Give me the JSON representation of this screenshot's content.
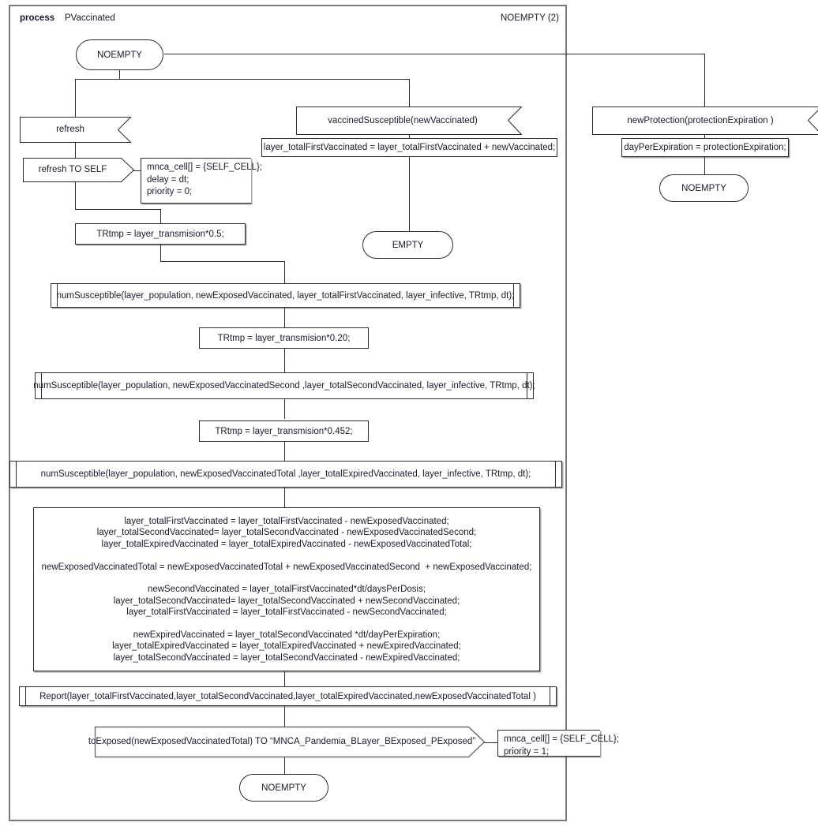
{
  "header": {
    "kind_label": "process",
    "name": "PVaccinated",
    "page_label": "NOEMPTY (2)"
  },
  "nodes": {
    "start_state": {
      "text": "NOEMPTY",
      "type": "state"
    },
    "input_refresh": {
      "text": "refresh",
      "type": "input"
    },
    "output_refresh_self": {
      "text": "refresh TO SELF",
      "type": "output"
    },
    "note_refresh": {
      "text": "mnca_cell[] = {SELF_CELL};\ndelay = dt;\npriority = 0;",
      "type": "note"
    },
    "task_tr1": {
      "text": "TRtmp  = layer_transmision*0.5;",
      "type": "task"
    },
    "call_1": {
      "text": "numSusceptible(layer_population, newExposedVaccinated, layer_totalFirstVaccinated, layer_infective, TRtmp, dt);",
      "type": "procedure"
    },
    "task_tr2": {
      "text": "TRtmp = layer_transmision*0.20;",
      "type": "task"
    },
    "call_2": {
      "text": "numSusceptible(layer_population, newExposedVaccinatedSecond ,layer_totalSecondVaccinated, layer_infective, TRtmp, dt);",
      "type": "procedure"
    },
    "task_tr3": {
      "text": "TRtmp = layer_transmision*0.452;",
      "type": "task"
    },
    "call_3": {
      "text": "numSusceptible(layer_population, newExposedVaccinatedTotal ,layer_totalExpiredVaccinated, layer_infective, TRtmp, dt);",
      "type": "procedure"
    },
    "task_big": {
      "text": "layer_totalFirstVaccinated = layer_totalFirstVaccinated - newExposedVaccinated;\nlayer_totalSecondVaccinated= layer_totalSecondVaccinated - newExposedVaccinatedSecond;\nlayer_totalExpiredVaccinated = layer_totalExpiredVaccinated - newExposedVaccinatedTotal;\n\nnewExposedVaccinatedTotal = newExposedVaccinatedTotal + newExposedVaccinatedSecond  + newExposedVaccinated;\n\nnewSecondVaccinated = layer_totalFirstVaccinated*dt/daysPerDosis;\nlayer_totalSecondVaccinated= layer_totalSecondVaccinated + newSecondVaccinated;\nlayer_totalFirstVaccinated = layer_totalFirstVaccinated - newSecondVaccinated;\n\nnewExpiredVaccinated = layer_totalSecondVaccinated *dt/dayPerExpiration;\nlayer_totalExpiredVaccinated = layer_totalExpiredVaccinated + newExpiredVaccinated;\nlayer_totalSecondVaccinated = layer_totalSecondVaccinated - newExpiredVaccinated;",
      "type": "task"
    },
    "call_report": {
      "text": "Report(layer_totalFirstVaccinated,layer_totalSecondVaccinated,layer_totalExpiredVaccinated,newExposedVaccinatedTotal )",
      "type": "procedure"
    },
    "output_toexposed": {
      "text": "toExposed(newExposedVaccinatedTotal) TO “MNCA_Pandemia_BLayer_BExposed_PExposed”",
      "type": "output"
    },
    "note_toexposed": {
      "text": "mnca_cell[] = {SELF_CELL};\npriority = 1;",
      "type": "note"
    },
    "end_state_left": {
      "text": "NOEMPTY",
      "type": "state"
    },
    "input_vaccined": {
      "text": "vaccinedSusceptible(newVaccinated)",
      "type": "input"
    },
    "task_vaccined": {
      "text": "layer_totalFirstVaccinated = layer_totalFirstVaccinated + newVaccinated;",
      "type": "task"
    },
    "end_state_middle": {
      "text": "EMPTY",
      "type": "state"
    },
    "input_protection": {
      "text": "newProtection(protectionExpiration )",
      "type": "input"
    },
    "task_protection": {
      "text": "dayPerExpiration = protectionExpiration;",
      "type": "task"
    },
    "end_state_right": {
      "text": "NOEMPTY",
      "type": "state"
    }
  },
  "colors": {
    "stroke": "#2b2b2b",
    "frame": "#7a7a7a",
    "text": "#1a1a2e",
    "background": "#ffffff"
  }
}
